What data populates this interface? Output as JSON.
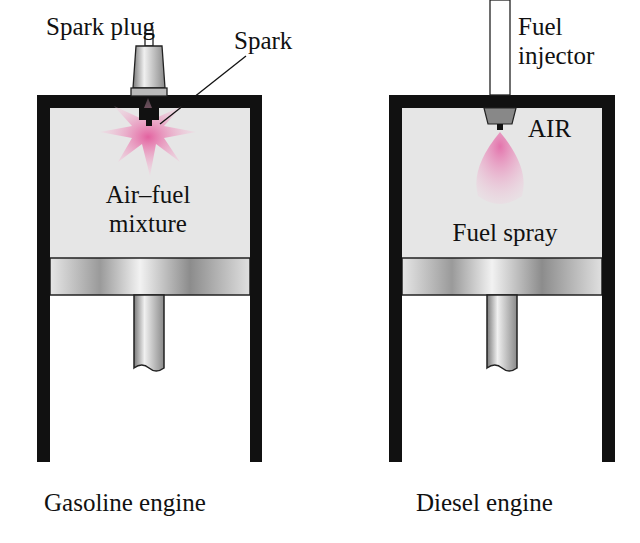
{
  "diagram": {
    "labels": [
      "Spark plug",
      "Spark",
      "Air–fuel mixture",
      "Gasoline engine",
      "Fuel injector",
      "AIR",
      "Fuel spray",
      "Diesel engine"
    ]
  }
}
